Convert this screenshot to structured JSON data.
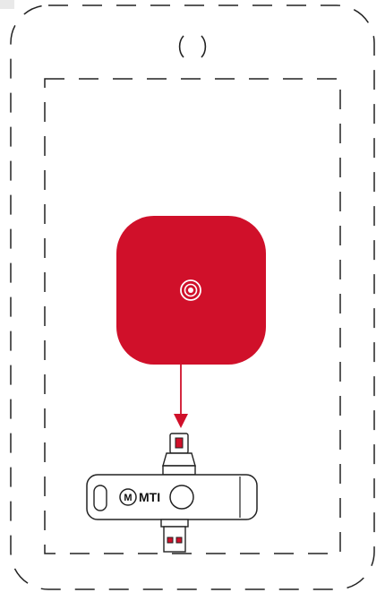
{
  "diagram": {
    "colors": {
      "outline": "#222222",
      "sensor_fill": "#d0102a",
      "connector_fill": "#d0102a",
      "device_fill": "#ffffff"
    },
    "device": {
      "brand_label": "MTI",
      "logo_letter": "M"
    },
    "elements": {
      "phone_outline": "dashed-rounded-rectangle",
      "screen_outline": "dashed-rectangle",
      "camera": "circle",
      "sensor_pad": "rounded-square",
      "arrow": "down-arrow",
      "usb_stick": "otg-usb-drive"
    }
  }
}
